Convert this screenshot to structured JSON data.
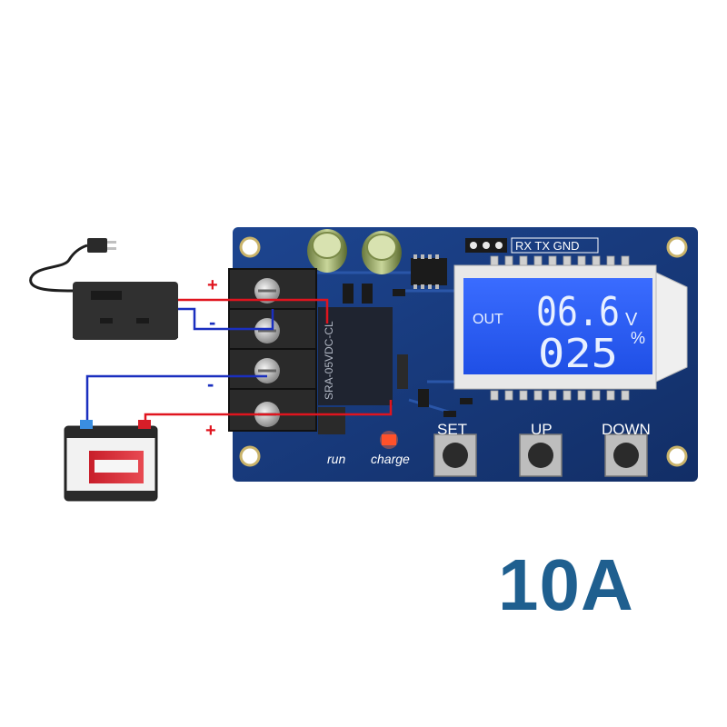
{
  "board": {
    "header_pins": "RX TX GND",
    "lcd": {
      "out_label": "OUT",
      "voltage": "06.6",
      "voltage_unit": "V",
      "percent": "025",
      "percent_unit": "%"
    },
    "buttons": [
      {
        "label": "SET"
      },
      {
        "label": "UP"
      },
      {
        "label": "DOWN"
      }
    ],
    "leds": {
      "run": "run",
      "charge": "charge"
    },
    "relay_text": "SRA-05VDC-CL"
  },
  "terminals": {
    "plus_top": "+",
    "minus_top": "-",
    "minus_bottom": "-",
    "plus_bottom": "+"
  },
  "caption": "10A",
  "colors": {
    "pcb": "#17397a",
    "lcd_bg": "#2a5bf2",
    "lcd_text": "#e8f0ff",
    "wire_positive": "#e0141e",
    "wire_negative": "#1a2fbf",
    "caption": "#1f5f8f",
    "charge_led": "#ff3c1e"
  }
}
